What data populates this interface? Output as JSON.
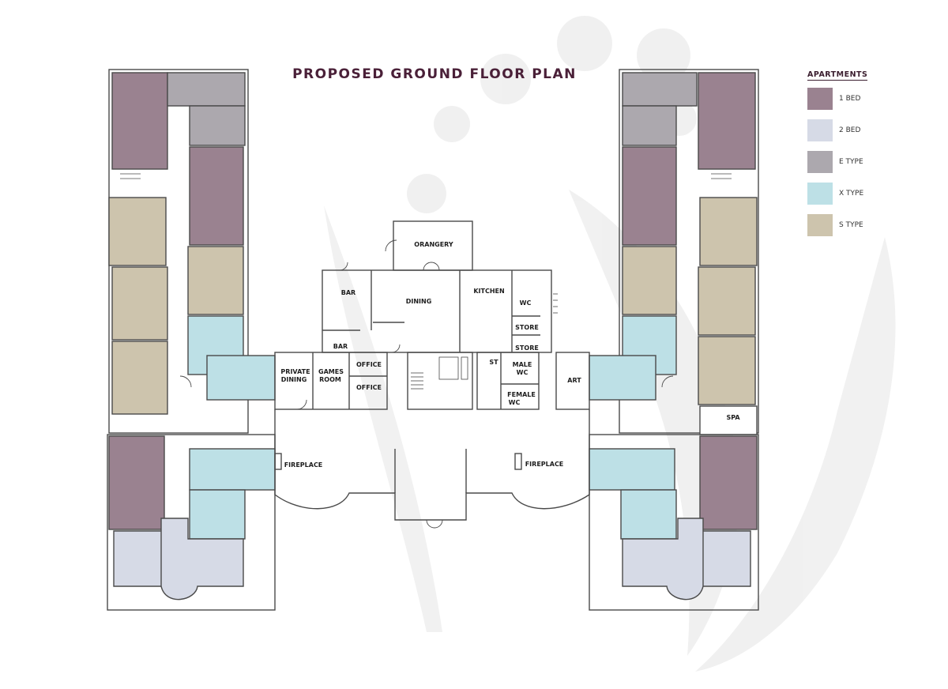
{
  "title": "PROPOSED GROUND FLOOR PLAN",
  "legend": {
    "title": "APARTMENTS",
    "items": [
      {
        "key": "1bed",
        "label": "1 BED",
        "color": "#9a8290"
      },
      {
        "key": "2bed",
        "label": "2 BED",
        "color": "#d6dae6"
      },
      {
        "key": "etype",
        "label": "E TYPE",
        "color": "#aca8ae"
      },
      {
        "key": "xtype",
        "label": "X TYPE",
        "color": "#bde0e6"
      },
      {
        "key": "stype",
        "label": "S TYPE",
        "color": "#cdc4ad"
      }
    ]
  },
  "colors": {
    "wall": "#4a4a4a",
    "watermark": "#ececec",
    "title": "#4a2038"
  },
  "rooms": {
    "orangery": "ORANGERY",
    "bar": "BAR",
    "dining": "DINING",
    "kitchen": "KITCHEN",
    "wc": "WC",
    "store1": "STORE",
    "store2": "STORE",
    "bar2": "BAR",
    "private_dining_1": "PRIVATE",
    "private_dining_2": "DINING",
    "games_room_1": "GAMES",
    "games_room_2": "ROOM",
    "office1": "OFFICE",
    "office2": "OFFICE",
    "st": "ST",
    "male_wc_1": "MALE",
    "male_wc_2": "WC",
    "female_wc_1": "FEMALE",
    "female_wc_2": "WC",
    "art": "ART",
    "spa": "SPA",
    "fireplace_left": "FIREPLACE",
    "fireplace_right": "FIREPLACE"
  }
}
